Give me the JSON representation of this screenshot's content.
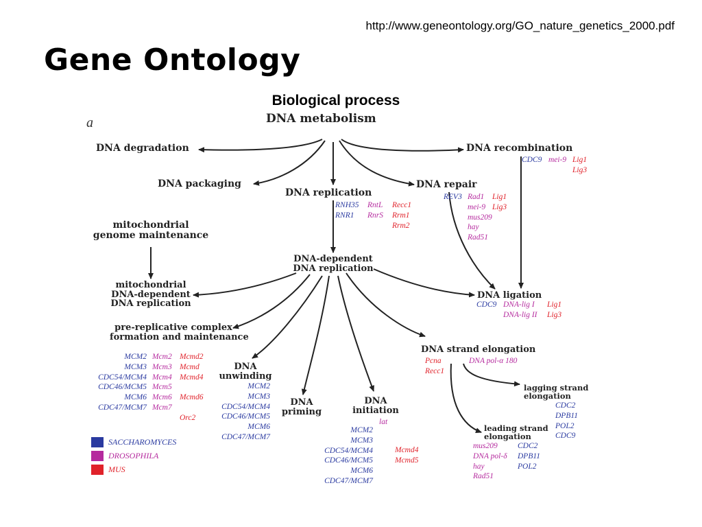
{
  "header": {
    "url": "http://www.geneontology.org/GO_nature_genetics_2000.pdf",
    "title": "Gene Ontology"
  },
  "diagram": {
    "subtitle": "Biological process",
    "panel_label": "a",
    "nodes": {
      "dna_metabolism": "DNA metabolism",
      "dna_degradation": "DNA degradation",
      "dna_recombination": "DNA recombination",
      "dna_packaging": "DNA packaging",
      "dna_replication": "DNA replication",
      "dna_repair": "DNA repair",
      "mito_genome_maint_1": "mitochondrial",
      "mito_genome_maint_2": "genome maintenance",
      "dna_dep_rep_1": "DNA-dependent",
      "dna_dep_rep_2": "DNA replication",
      "mito_dna_dep_rep_1": "mitochondrial",
      "mito_dna_dep_rep_2": "DNA-dependent",
      "mito_dna_dep_rep_3": "DNA replication",
      "dna_ligation": "DNA ligation",
      "prerep_1": "pre-replicative complex",
      "prerep_2": "formation and maintenance",
      "strand_elongation": "DNA strand elongation",
      "unwinding_1": "DNA",
      "unwinding_2": "unwinding",
      "priming_1": "DNA",
      "priming_2": "priming",
      "initiation_1": "DNA",
      "initiation_2": "initiation",
      "lagging_1": "lagging strand",
      "lagging_2": "elongation",
      "leading_1": "leading strand",
      "leading_2": "elongation"
    },
    "genes": {
      "recomb_blue": "CDC9",
      "recomb_mag": "mei-9",
      "recomb_red": [
        "Lig1",
        "Lig3"
      ],
      "replication_blue": [
        "RNH35",
        "RNR1"
      ],
      "replication_mag": [
        "RntL",
        "RnrS"
      ],
      "replication_red": [
        "Recc1",
        "Rrm1",
        "Rrm2"
      ],
      "repair_blue": "REV3",
      "repair_mag": [
        "Rad1",
        "mei-9",
        "mus209",
        "hay",
        "Rad51"
      ],
      "repair_red": [
        "Lig1",
        "Lig3"
      ],
      "ligation_blue": "CDC9",
      "ligation_mag": [
        "DNA-lig I",
        "DNA-lig II"
      ],
      "ligation_red": [
        "Lig1",
        "Lig3"
      ],
      "prerep_blue": [
        "MCM2",
        "MCM3",
        "CDC54/MCM4",
        "CDC46/MCM5",
        "MCM6",
        "CDC47/MCM7"
      ],
      "prerep_mag": [
        "Mcm2",
        "Mcm3",
        "Mcm4",
        "Mcm5",
        "Mcm6",
        "Mcm7"
      ],
      "prerep_red": [
        "Mcmd2",
        "Mcmd",
        "Mcmd4",
        "",
        "Mcmd6",
        "",
        "Orc2"
      ],
      "unwinding_blue": [
        "MCM2",
        "MCM3",
        "CDC54/MCM4",
        "CDC46/MCM5",
        "MCM6",
        "CDC47/MCM7"
      ],
      "initiation_mag": "lat",
      "initiation_blue": [
        "MCM2",
        "MCM3",
        "CDC54/MCM4",
        "CDC46/MCM5",
        "MCM6",
        "CDC47/MCM7"
      ],
      "initiation_red": [
        "Mcmd4",
        "Mcmd5"
      ],
      "elongation_red": [
        "Pcna",
        "Recc1"
      ],
      "elongation_mag": "DNA pol-α 180",
      "lagging_blue": [
        "CDC2",
        "DPB11",
        "POL2",
        "CDC9"
      ],
      "leading_mag": [
        "mus209",
        "DNA pol-δ",
        "hay",
        "Rad51"
      ],
      "leading_blue": [
        "CDC2",
        "DPB11",
        "POL2"
      ]
    },
    "legend": [
      {
        "label": "SACCHAROMYCES",
        "color": "#2a3aa0"
      },
      {
        "label": "DROSOPHILA",
        "color": "#b52a9e"
      },
      {
        "label": "MUS",
        "color": "#e0222a"
      }
    ]
  }
}
